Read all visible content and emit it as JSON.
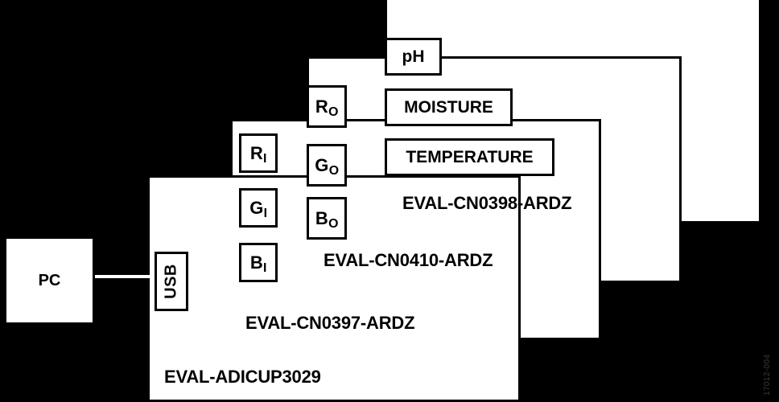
{
  "diagram": {
    "title": "EVAL-ADICUP3029 sensor shield stack block diagram",
    "background_color": "#000000",
    "box_fill_color": "#ffffff",
    "box_border_color": "#000000",
    "figure_id": "17012-004"
  },
  "host": {
    "label": "PC"
  },
  "connector": {
    "usb_label": "USB"
  },
  "boards": {
    "adicup": {
      "label": "EVAL-ADICUP3029"
    },
    "cn0397": {
      "label": "EVAL-CN0397-ARDZ",
      "channels": [
        {
          "letter": "R",
          "subscript": "I",
          "name": "red-input"
        },
        {
          "letter": "G",
          "subscript": "I",
          "name": "green-input"
        },
        {
          "letter": "B",
          "subscript": "I",
          "name": "blue-input"
        }
      ]
    },
    "cn0410": {
      "label": "EVAL-CN0410-ARDZ",
      "channels": [
        {
          "letter": "R",
          "subscript": "O",
          "name": "red-output"
        },
        {
          "letter": "G",
          "subscript": "O",
          "name": "green-output"
        },
        {
          "letter": "B",
          "subscript": "O",
          "name": "blue-output"
        }
      ]
    },
    "cn0398": {
      "label": "EVAL-CN0398-ARDZ",
      "sensors": [
        {
          "label": "pH"
        },
        {
          "label": "MOISTURE"
        },
        {
          "label": "TEMPERATURE"
        }
      ]
    }
  }
}
